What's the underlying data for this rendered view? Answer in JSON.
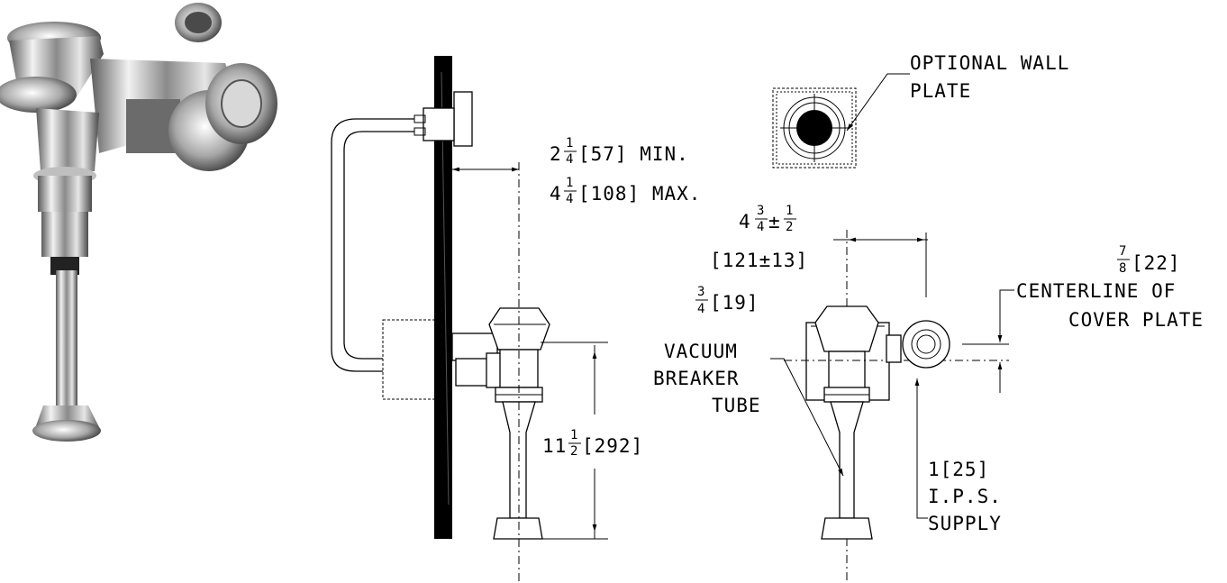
{
  "labels": {
    "wall_plate_1": "OPTIONAL WALL",
    "wall_plate_2": "PLATE",
    "depth_min_whole": "2",
    "depth_min_num": "1",
    "depth_min_den": "4",
    "depth_min_rest": "[57] MIN.",
    "depth_max_whole": "4",
    "depth_max_num": "1",
    "depth_max_den": "4",
    "depth_max_rest": "[108] MAX.",
    "height_whole": "11",
    "height_num": "1",
    "height_den": "2",
    "height_rest": "[292]",
    "offset_whole": "4",
    "offset_num": "3",
    "offset_den": "4",
    "offset_pm": "±",
    "offset_tol_num": "1",
    "offset_tol_den": "2",
    "offset_mm": "[121±13]",
    "vb_num": "3",
    "vb_den": "4",
    "vb_rest": "[19]",
    "vb_1": "VACUUM",
    "vb_2": "BREAKER",
    "vb_3": "TUBE",
    "cp_num": "7",
    "cp_den": "8",
    "cp_rest": "[22]",
    "cp_1": "CENTERLINE OF",
    "cp_2": "COVER PLATE",
    "sup_1": "1[25]",
    "sup_2": "I.P.S.",
    "sup_3": "SUPPLY"
  },
  "icons": [
    "flush-valve-photo",
    "sensor-cover-photo"
  ]
}
